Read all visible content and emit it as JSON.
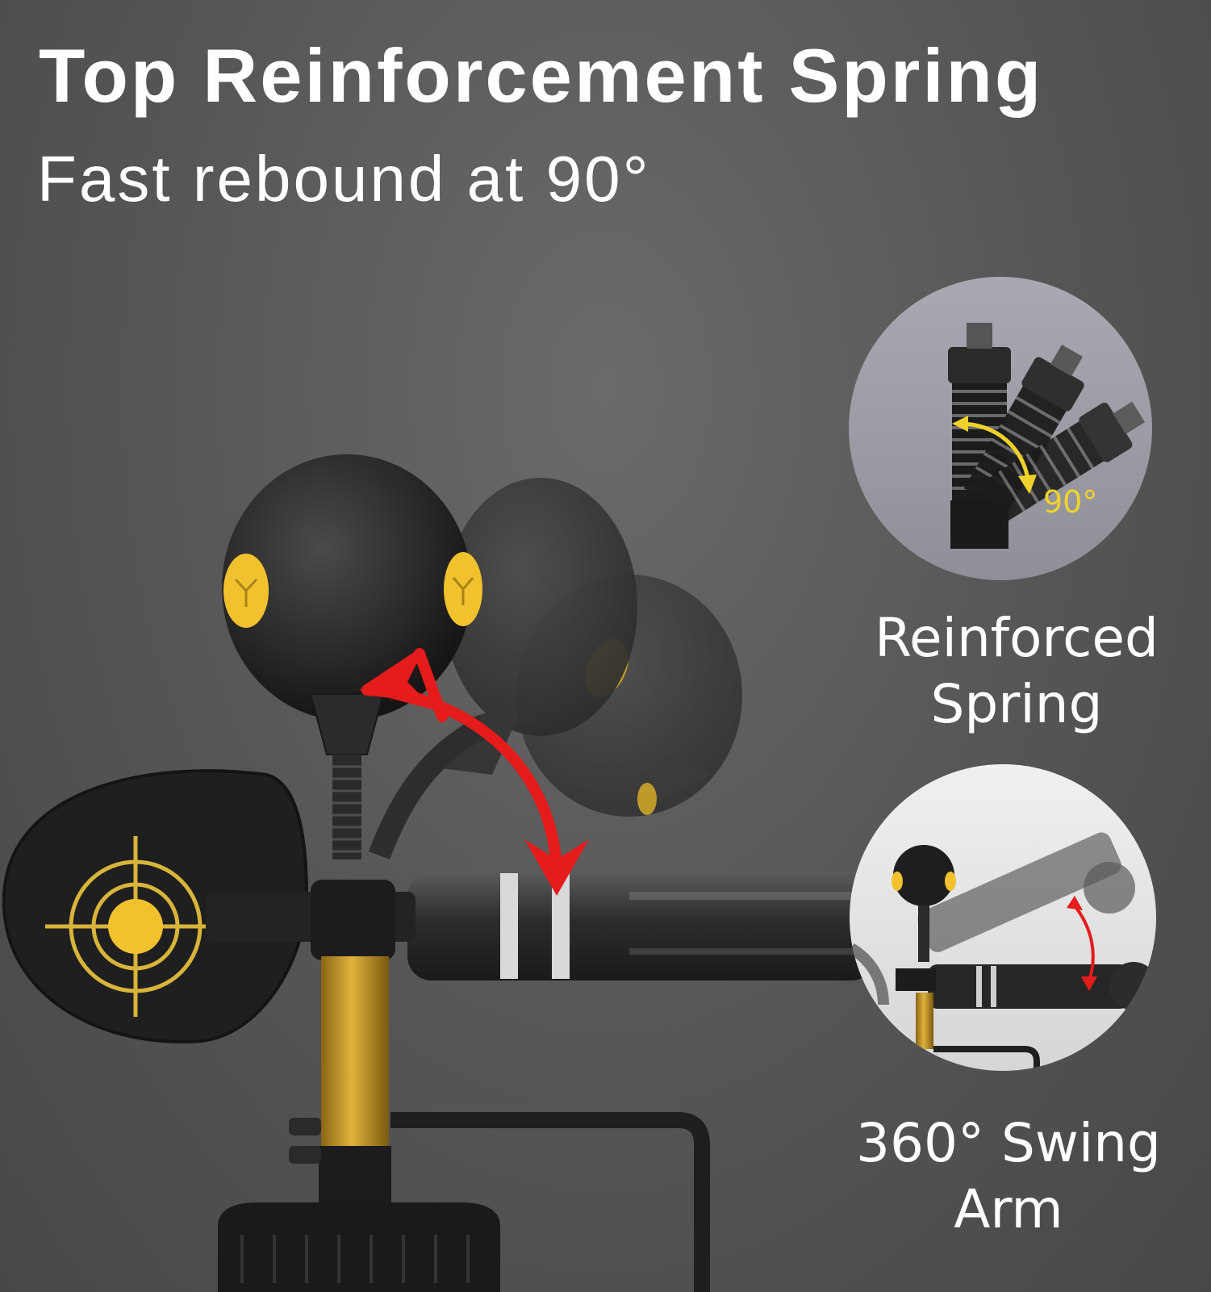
{
  "header": {
    "title": "Top Reinforcement Spring",
    "subtitle": "Fast rebound at 90°"
  },
  "features": {
    "spring": {
      "angle_label": "90°",
      "caption_line1": "Reinforced",
      "caption_line2": "Spring"
    },
    "swing": {
      "caption_line1": "360° Swing",
      "caption_line2": "Arm"
    }
  },
  "colors": {
    "accent_yellow": "#f2c12e",
    "arrow_red": "#e61b1b",
    "text": "#ffffff",
    "device_dark": "#2a2a2a"
  }
}
